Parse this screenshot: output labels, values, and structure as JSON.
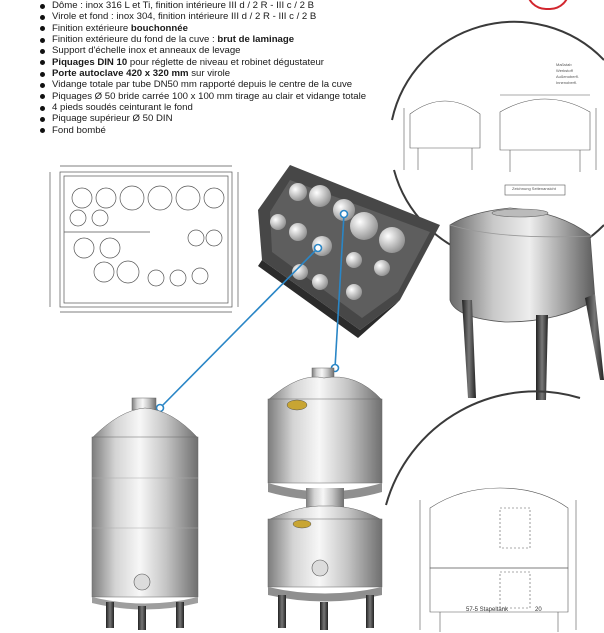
{
  "specs": [
    {
      "bold_prefix": "",
      "text": "Dôme : inox 316 L et Ti, finition intérieure III d / 2 R - III c / 2 B",
      "bold_suffix": "",
      "tail": ""
    },
    {
      "bold_prefix": "",
      "text": "Virole et fond : inox 304, finition intérieure III d / 2 R - III c / 2 B",
      "bold_suffix": "",
      "tail": ""
    },
    {
      "bold_prefix": "",
      "text": "Finition extérieure ",
      "bold_suffix": "bouchonnée",
      "tail": ""
    },
    {
      "bold_prefix": "",
      "text": "Finition extérieure du fond de la cuve : ",
      "bold_suffix": "brut de laminage",
      "tail": ""
    },
    {
      "bold_prefix": "",
      "text": "Support d'échelle inox et anneaux de levage",
      "bold_suffix": "",
      "tail": ""
    },
    {
      "bold_prefix": "Piquages DIN 10",
      "text": " pour réglette de niveau et robinet dégustateur",
      "bold_suffix": "",
      "tail": ""
    },
    {
      "bold_prefix": "Porte autoclave 420 x 320 mm",
      "text": " sur virole",
      "bold_suffix": "",
      "tail": ""
    },
    {
      "bold_prefix": "",
      "text": "Vidange totale par tube DN50 mm rapporté depuis le centre de la cuve",
      "bold_suffix": "",
      "tail": ""
    },
    {
      "bold_prefix": "",
      "text": "Piquages Ø 50 bride carrée 100 x 100 mm tirage au clair et vidange totale",
      "bold_suffix": "",
      "tail": ""
    },
    {
      "bold_prefix": "",
      "text": "4 pieds soudés ceinturant le fond",
      "bold_suffix": "",
      "tail": ""
    },
    {
      "bold_prefix": "",
      "text": "Piquage supérieur Ø 50 DIN",
      "bold_suffix": "",
      "tail": ""
    },
    {
      "bold_prefix": "",
      "text": "Fond bombé",
      "bold_suffix": "",
      "tail": ""
    }
  ],
  "drawing_caption": "57-5 Stapeltank",
  "drawing_page_no": "20",
  "drawing_block": "Zeichnung Seitenansicht",
  "colors": {
    "accent": "#2a86c6",
    "logo_red": "#d2262e",
    "steel_light": "#eeeeee",
    "steel_dark": "#8c8c8c",
    "room_dark": "#3c3c3c"
  }
}
